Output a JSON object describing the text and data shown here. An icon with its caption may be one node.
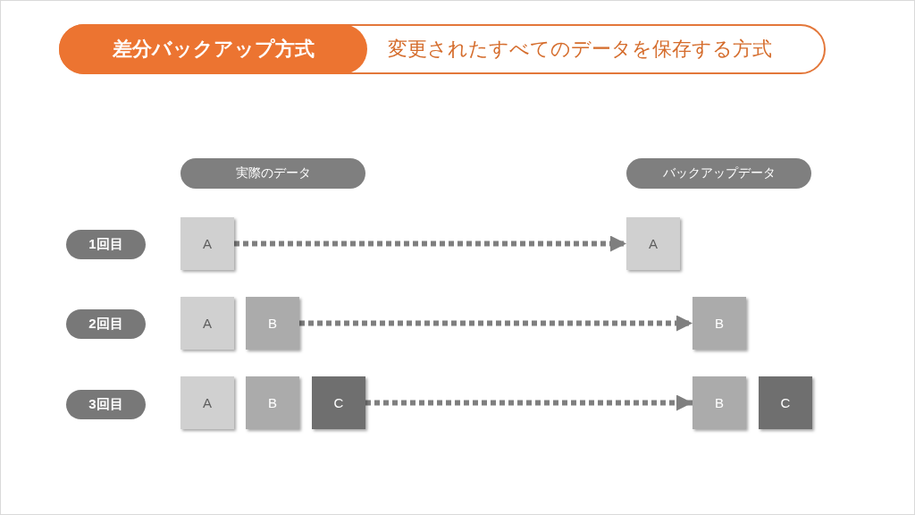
{
  "diagram": {
    "nodes": [
      {
        "text": [
          "変更されたすべてのデータを保存する方式"
        ]
      },
      {
        "text": [
          "差分バックアップ方式"
        ],
        "in": 0
      },
      {
        "text": [
          "実際のデータ"
        ]
      },
      {
        "text": [
          "バックアップデータ"
        ]
      },
      {
        "text": [
          "1回目"
        ]
      },
      {
        "text": [
          "A"
        ]
      },
      {
        "text": [
          "A"
        ]
      },
      {
        "text": [
          "2回目"
        ]
      },
      {
        "text": [
          "A"
        ]
      },
      {
        "text": [
          "B"
        ]
      },
      {
        "text": [
          "B"
        ]
      },
      {
        "text": [
          "3回目"
        ]
      },
      {
        "text": [
          "A"
        ]
      },
      {
        "text": [
          "B"
        ]
      },
      {
        "text": [
          "C"
        ]
      },
      {
        "text": [
          "B"
        ]
      },
      {
        "text": [
          "C"
        ]
      }
    ],
    "edges": [
      {
        "from": 5,
        "to": 6,
        "arrow": "to",
        "style": "dashed"
      },
      {
        "from": 9,
        "to": 10,
        "arrow": "to",
        "style": "dashed"
      },
      {
        "from": 14,
        "to": 15,
        "arrow": "to",
        "style": "dashed"
      }
    ]
  }
}
